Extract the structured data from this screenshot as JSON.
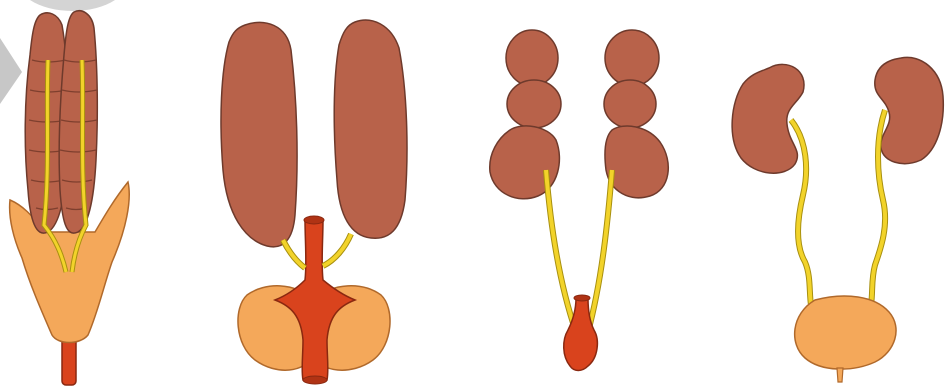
{
  "figure": {
    "panels": [
      {
        "id": "panel-1",
        "organs": [
          "kidney-lobed",
          "ureter",
          "bladder",
          "urethra"
        ]
      },
      {
        "id": "panel-2",
        "organs": [
          "kidney-elongated",
          "ureter",
          "bladder",
          "urethra"
        ]
      },
      {
        "id": "panel-3",
        "organs": [
          "kidney-lobulated",
          "ureter",
          "bladder",
          "urethra"
        ]
      },
      {
        "id": "panel-4",
        "organs": [
          "kidney-bean",
          "ureter",
          "bladder",
          "urethra"
        ]
      }
    ],
    "colors": {
      "kidney": "#b8624a",
      "kidney_outline": "#6e3a2c",
      "ureter": "#f2d32a",
      "ureter_outline": "#a8900f",
      "bladder": "#f4a85a",
      "bladder_outline": "#b0692b",
      "urethra": "#d9431d",
      "urethra_outline": "#8a2810",
      "corner_mark": "#c9c9c9"
    }
  }
}
